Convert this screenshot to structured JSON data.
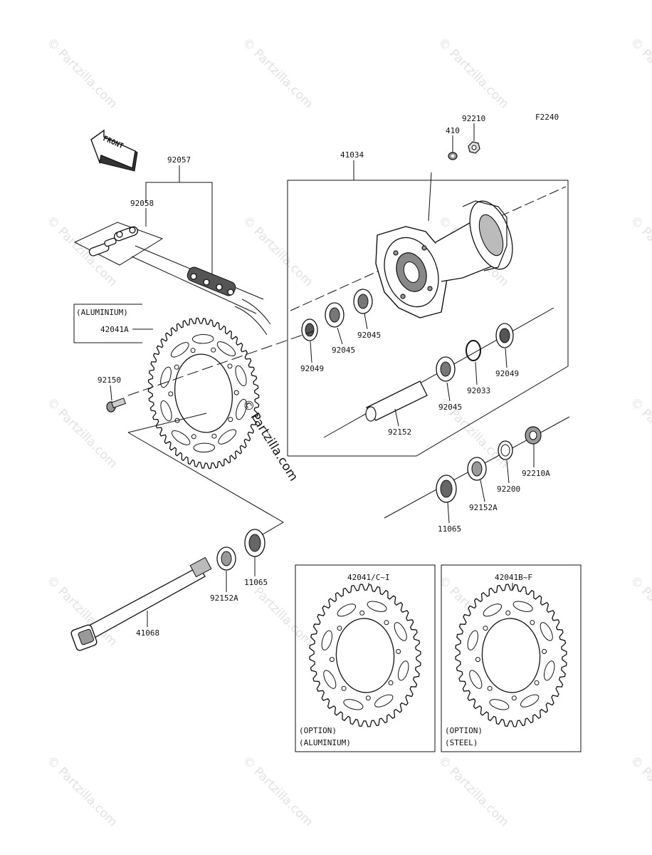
{
  "diagram": {
    "code": "F2240",
    "front_label": "FRONT",
    "watermark": "© Partzilla.com",
    "parts": {
      "p92210": "92210",
      "p410": "410",
      "p41034": "41034",
      "p92057": "92057",
      "p92058": "92058",
      "alu_box": "(ALUMINIUM)",
      "p42041A": "42041A",
      "p92150": "92150",
      "p92045a": "92045",
      "p92045b": "92045",
      "p92049a": "92049",
      "p92049b": "92049",
      "p92033": "92033",
      "p92045c": "92045",
      "p92152": "92152",
      "p92210A": "92210A",
      "p92200": "92200",
      "p92152A_r": "92152A",
      "p11065_r": "11065",
      "p11065_l": "11065",
      "p92152A_l": "92152A",
      "p41068": "41068"
    },
    "options": [
      {
        "part": "42041/C~I",
        "line1": "(OPTION)",
        "line2": "(ALUMINIUM)"
      },
      {
        "part": "42041B~F",
        "line1": "(OPTION)",
        "line2": "(STEEL)"
      }
    ]
  }
}
